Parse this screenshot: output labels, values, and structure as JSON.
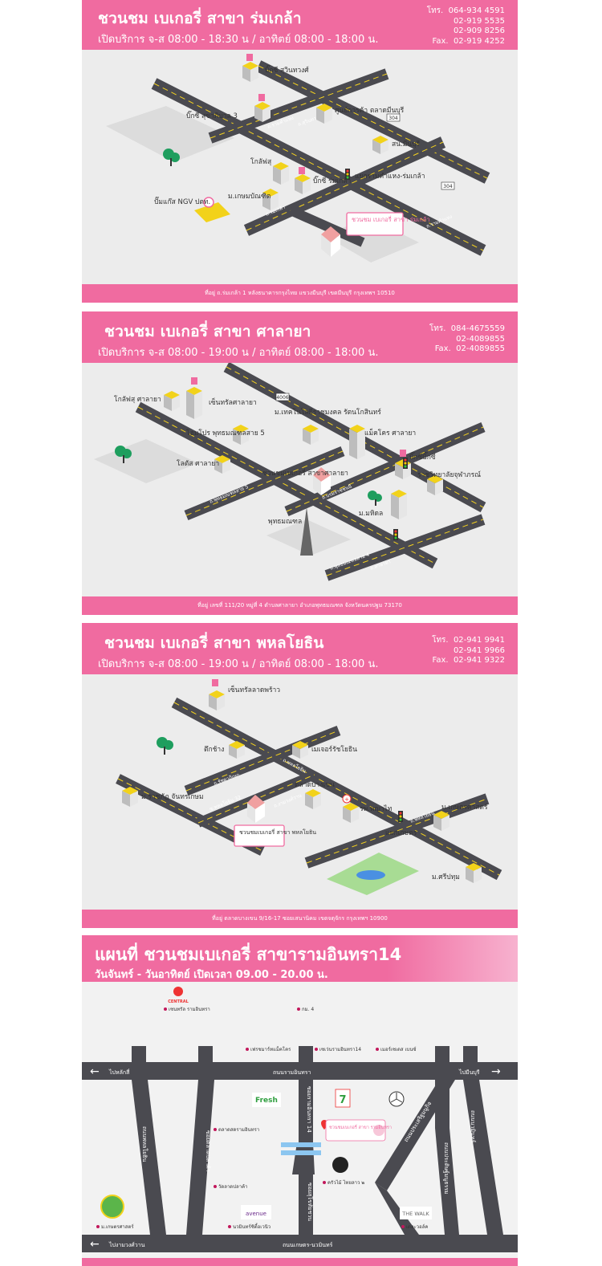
{
  "branches": [
    {
      "title": "ชวนชม เบเกอรี่ สาขา ร่มเกล้า",
      "hours": "เปิดบริการ จ-ส 08:00 - 18:30 น / อาทิตย์ 08:00 - 18:00 น.",
      "phones": "โทร.  064-934 4591\n02-919 5535\n02-909 8256\nFax.  02-919 4252",
      "address": "ที่อยู่ ถ.ร่มเกล้า 1 หลังธนาคารกรุงไทย แขวงมีนบุรี เขตมีนบุรี กรุงเทพฯ 10510",
      "labels": {
        "bigc_sukhapiban3": "บิ๊กซี สุขาภิบาล 3",
        "bigc_suwinthawong": "บิ๊กซี สุวินทวงศ์",
        "minburi_center": "ศูนย์การค้า ตลาดมีนบุรี",
        "police": "สน.มีนบุรี",
        "intersection": "แยกรามคำแหง-ร่มเกล้า",
        "global_house": "โกลัฟสุ",
        "bigc_romklao": "บิ๊กซี ร่มเกล้า",
        "school": "ม.เกษมบัณฑิต",
        "gas": "ปั๊มแก๊ส NGV ปตท.",
        "shop": "ชวนชม เบเกอรี่ สาขา ร่มเกล้า",
        "road304a": "304",
        "road304b": "304",
        "rd_ramkhamhaeng": "ถ.รามคำแหง",
        "rd_suwinthawong": "ถ.สุวินทวงศ์",
        "rd_romklao": "ถ.ร่มเกล้า",
        "rd_ramkhamhaeng2": "ถ.รามคำแหง"
      }
    },
    {
      "title": "ชวนชม เบเกอรี่ สาขา ศาลายา",
      "hours": "เปิดบริการ จ-ส 08:00 - 19:00 น / อาทิตย์ 08:00 - 18:00 น.",
      "phones": "โทร.  084-4675559\n02-4089855\nFax.  02-4089855",
      "address": "ที่อยู่ เลขที่ 111/20 หมู่ที่ 4 ตำบลศาลายา อำเภอพุทธมณฑล จังหวัดนครปฐม 73170",
      "labels": {
        "global_salaya": "โกลัฟสุ ศาลายา",
        "central_salaya": "เซ็นทรัลศาลายา",
        "homepro": "โฮมโปร พุทธมณฑลสาย 5",
        "lotus": "โลตัส ศาลายา",
        "rmutr": "ม.เทคโนโลยีราชมงคล รัตนโกสินทร์",
        "makro": "แม็คโคร ศาลายา",
        "bigc": "บิ๊กซีบิ๊กซี",
        "mahidol_sci": "ราชวิทยาลัยจุฬาภรณ์",
        "mahidol": "ม.มหิดล",
        "shop": "ชวนชมเบเกอรี่ สาขาศาลายา",
        "buddhamonthon": "พุทธมณฑล",
        "route4006": "4006",
        "rd_phutthamonthon5": "ถ.พุทธมณฑลสาย 5",
        "rd_borommaratchachonnani": "ถ.บรมราชชนนี",
        "rd_phutthamonthon4": "ถ.พุทธมณฑลสาย 4",
        "rd_salaya": "ถ.ศาลายา"
      }
    },
    {
      "title": "ชวนชม เบเกอรี่ สาขา พหลโยธิน",
      "hours": "เปิดบริการ จ-ส 08:00 - 19:00 น / อาทิตย์ 08:00 - 18:00 น.",
      "phones": "โทร.  02-941 9941\n02-941 9966\nFax.  02-941 9322",
      "address": "ที่อยู่ ตลาดบางเขน 9/16-17 ซอยเสนานิคม เขตจตุจักร กรุงเทพฯ 10900",
      "labels": {
        "central_ladprao": "เซ็นทรัลลาดพร้าว",
        "dome": "ตึกช้าง",
        "major": "เมเจอร์รัชโยธิน",
        "rajabhat": "ม.ราชภัฏ จันทรเกษม",
        "market": "ตลาดบางเขน",
        "hospital": "รพ.พญาไท",
        "kaset": "ม.เกษตรศาสตร์",
        "kaset_junction": "แยกเกษตร",
        "sripatum": "ม.ศรีปทุม",
        "shop": "ชวนชมเบเกอรี่ สาขา พหลโยธิน",
        "rd_ratchadaphisek": "ถ.รัชดาภิเษก",
        "rd_phahonyothin": "ถ.พหลโยธิน",
        "rd_phahonyothin2": "ถ.พหลโยธิน",
        "rd_soi": "ซ.พหลโยธิน 32",
        "rd_ngamwongwan": "ถ.งามวงศ์วาน"
      }
    },
    {
      "title": "แผนที่ ชวนชมเบเกอรี่ สาขารามอินทรา14",
      "subtitle": "วันจันทร์ - วันอาทิตย์ เปิดเวลา 09.00 - 20.00 น.",
      "labels": {
        "to_laksi": "ไปหลักสี่",
        "to_minburi": "ไปมีนบุรี",
        "to_ngamwongwan": "ไปงามวงศ์วาน",
        "rd_ramintra": "ถนนรามอินทรา",
        "rd_kaset_nawamin": "ถนนเกษตร-นวมินทร์",
        "rd_phahonyothin": "ถนนพหลโยธิน",
        "rd_soi_ramintra14": "ซอยรามอินทรา 14",
        "rd_soi_plakha": "ซอยตลาดปลาค้า",
        "rd_soi_chuanchon": "ซอยสุโขทัยชวน",
        "rd_prasert": "ถนนประเสริฐมนูกิจ",
        "rd_pradit": "ถนนประดิษฐ์มนูธรรม",
        "rd_nawamin": "ถนนนวมินทร์",
        "central": "CENTRAL",
        "central_label": "เซนทรัล รามอินทรา",
        "km4": "กม. 4",
        "fresh": "เฟรชมาร์ทแม็คโคร",
        "fresh_logo": "Fresh",
        "seven": "เซเว่นรามอินทรา14",
        "benz": "เมอร์เซเดส เบนซ์",
        "market_ramintra": "ตลาดสดรามอินทรา",
        "shop": "ชวนชมเบเกอรี่ สาขา รามอินทรา",
        "wat": "วัดลาดปลาค้า",
        "krua": "ครัวไม้ ไทยลาว ๒",
        "avenue_logo": "avenue",
        "avenue": "นวมินทร์ซิตี้อเวนิว",
        "kaset_univ": "ม.เกษตรศาสตร์",
        "thewalk_logo": "THE WALK",
        "thewalk": "เดอะวอล์ค"
      }
    }
  ],
  "colors": {
    "pink": "#f06ba0",
    "road": "#4a4a50",
    "road_line": "#f5d21e",
    "block": "#d8d8d8",
    "yellow": "#f2d21a"
  }
}
